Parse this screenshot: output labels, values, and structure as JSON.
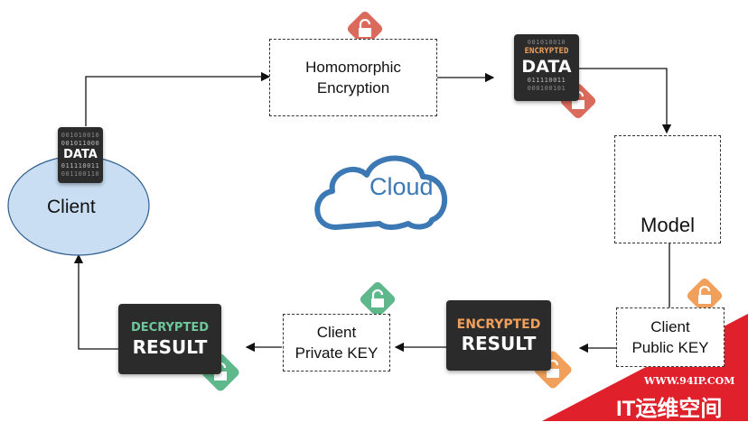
{
  "nodes": {
    "client": "Client",
    "cloud": "Cloud",
    "homomorphic": "Homomorphic\nEncryption",
    "model": "Model",
    "public_key": "Client\nPublic KEY",
    "private_key": "Client\nPrivate KEY"
  },
  "data_chip_small": {
    "bits_top": "001010010",
    "bits_mid": "001011000",
    "word": "DATA",
    "bits_low": "011110011",
    "bits_bottom": "001100110"
  },
  "data_chip_encrypted": {
    "bits_top": "001010010",
    "tag": "ENCRYPTED",
    "word": "DATA",
    "bits_low": "011110011",
    "bits_bottom": "000100101"
  },
  "encrypted_result": {
    "tag": "ENCRYPTED",
    "word": "RESULT"
  },
  "decrypted_result": {
    "tag": "DECRYPTED",
    "word": "RESULT"
  },
  "watermark": {
    "url": "WWW.94IP.COM",
    "brand": "IT运维空间"
  },
  "colors": {
    "client_fill": "#c9def2",
    "cloud_stroke": "#3c79b4",
    "encrypted_tag": "#f0a05a",
    "decrypted_tag": "#6dc79a",
    "lock_red": "#d96a5c",
    "lock_orange": "#f0a05a",
    "lock_green": "#5fb88c",
    "watermark_red": "#e0202a"
  }
}
